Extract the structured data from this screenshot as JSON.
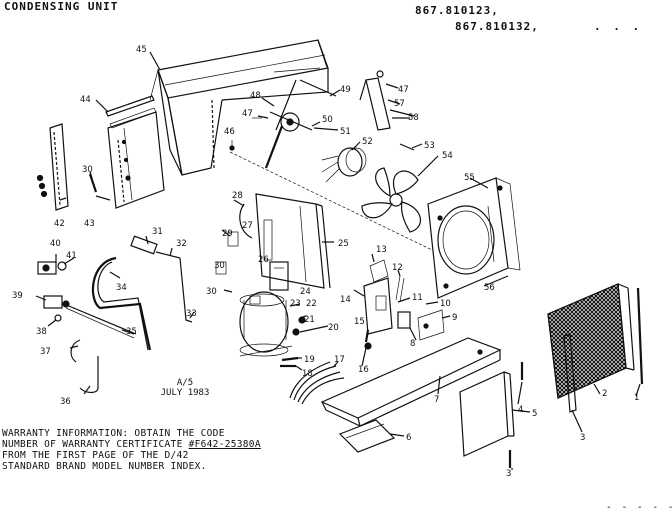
{
  "header": {
    "title": "CONDENSING UNIT",
    "model_1": "867.810123,",
    "model_2": "867.810132,"
  },
  "revision": {
    "code": "A/5",
    "date": "JULY 1983"
  },
  "warranty": {
    "line1": "WARRANTY INFORMATION:  OBTAIN THE CODE",
    "line2_prefix": "NUMBER OF WARRANTY CERTIFICATE ",
    "line2_code": "#F642-25380A",
    "line3": "FROM THE FIRST PAGE OF THE D/42",
    "line4": "STANDARD BRAND MODEL NUMBER INDEX."
  },
  "part_labels": [
    "1",
    "2",
    "3",
    "3",
    "4",
    "5",
    "6",
    "7",
    "8",
    "9",
    "10",
    "11",
    "12",
    "13",
    "14",
    "15",
    "16",
    "17",
    "18",
    "19",
    "20",
    "21",
    "22",
    "23",
    "24",
    "25",
    "26",
    "27",
    "28",
    "29",
    "30",
    "30",
    "30",
    "31",
    "32",
    "33",
    "34",
    "35",
    "36",
    "37",
    "38",
    "39",
    "40",
    "41",
    "42",
    "43",
    "44",
    "45",
    "46",
    "47",
    "47",
    "48",
    "49",
    "50",
    "51",
    "52",
    "53",
    "54",
    "55",
    "56",
    "57",
    "58"
  ]
}
